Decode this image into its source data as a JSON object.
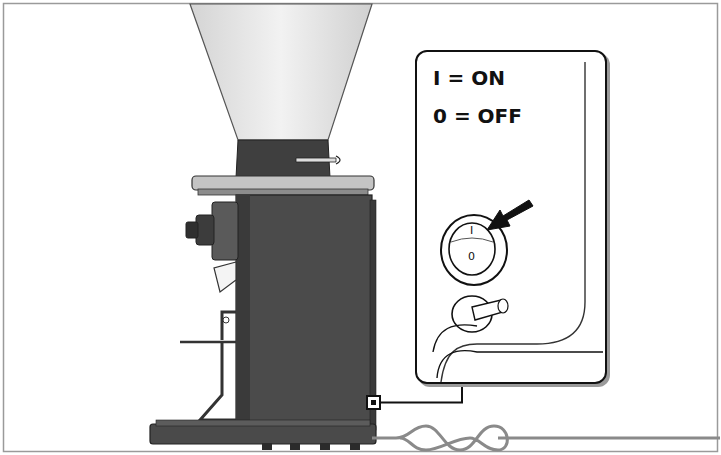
{
  "diagram": {
    "nodes": [
      {
        "text": [
          "I = ON",
          "0 = OFF"
        ]
      }
    ],
    "labels": [
      "I",
      "0"
    ]
  }
}
